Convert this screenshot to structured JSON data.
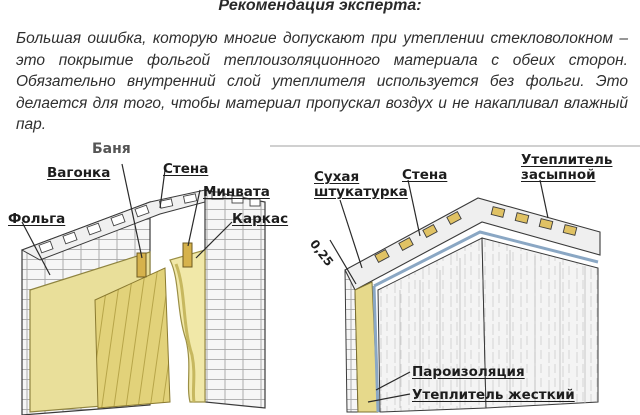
{
  "expert": {
    "title": "Рекомендация эксперта:",
    "text": "Большая ошибка, которую многие допускают при утеплении стекловолокном – это покрытие фольгой теплоизоляционного материала с обеих сторон. Обязательно внутренний слой утеплителя используется без фольги. Это делается для того, чтобы материал пропускал воздух и не накапливал влажный пар."
  },
  "diagram_left": {
    "caption_partial": "Баня",
    "labels": {
      "vagonka": "Вагонка",
      "stena": "Стена",
      "minvata": "Минвата",
      "karkas": "Каркас",
      "folga": "Фольга"
    }
  },
  "diagram_right": {
    "labels": {
      "suhaya_line1": "Сухая",
      "suhaya_line2": "штукатурка",
      "stena": "Стена",
      "uteplitel_line1": "Утеплитель",
      "uteplitel_line2": "засыпной",
      "dimension": "0,25",
      "paroizolyaciya": "Пароизоляция",
      "uteplitel_zhestkiy": "Утеплитель жесткий"
    }
  },
  "colors": {
    "background": "#ffffff",
    "text": "#2f2f2f",
    "insulation": "#e3d98a",
    "cell": "#d9b85a",
    "line": "#3a3a3a"
  }
}
